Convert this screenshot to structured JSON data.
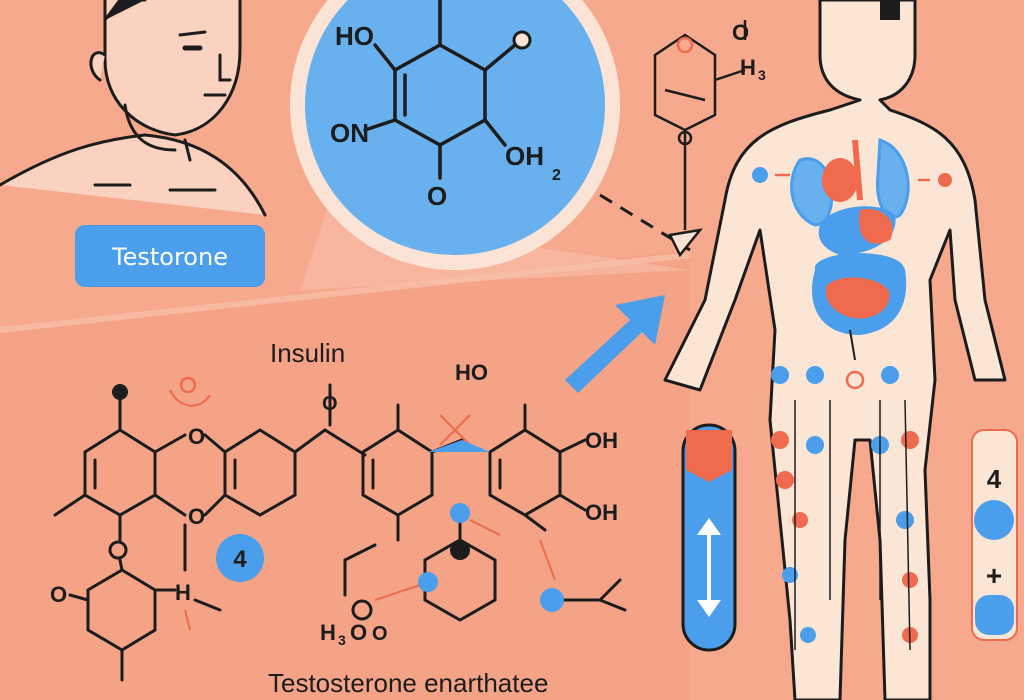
{
  "labels": {
    "testosterone_badge": "Testorone",
    "insulin": "Insulin",
    "caption": "Testosterone enarthatee",
    "badge_number": "4",
    "side_number": "4",
    "side_plus": "+"
  },
  "circle_molecule": {
    "top_left": "HO",
    "left": "ON",
    "bottom": "O",
    "right": "OH",
    "right_sub": "2"
  },
  "top_molecule": {
    "top": "O",
    "top_right": "H",
    "h_sub": "3"
  },
  "main_molecule": {
    "ho_top": "HO",
    "oh_1": "OH",
    "oh_2": "OH",
    "o_1": "O",
    "o_2": "O",
    "o_3": "O",
    "o_4": "O",
    "o_5": "O",
    "h_mid": "H",
    "h3o": "H",
    "h3o_sub": "3",
    "h3o_o": "O"
  },
  "colors": {
    "background": "#f6a98c",
    "blue": "#4a9eeb",
    "red": "#f06a4d",
    "skin": "#fbe6d6",
    "ink": "#1c1c1c"
  }
}
